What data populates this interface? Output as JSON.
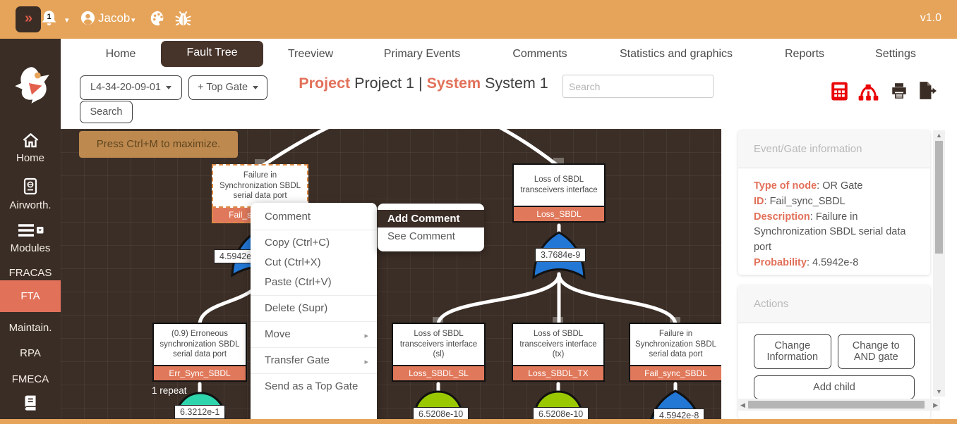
{
  "header": {
    "collapse_icon": "»",
    "notifications": "1",
    "user": "Jacob",
    "version": "v1.0"
  },
  "sidebar": {
    "items": [
      {
        "label": "Home"
      },
      {
        "label": "Airworth."
      },
      {
        "label": "Modules"
      },
      {
        "label": "FRACAS"
      },
      {
        "label": "FTA"
      },
      {
        "label": "Maintain."
      },
      {
        "label": "RPA"
      },
      {
        "label": "FMECA"
      },
      {
        "label": "Help"
      }
    ]
  },
  "tabs": {
    "items": [
      {
        "label": "Home"
      },
      {
        "label": "Fault Tree"
      },
      {
        "label": "Treeview"
      },
      {
        "label": "Primary Events"
      },
      {
        "label": "Comments"
      },
      {
        "label": "Statistics and graphics"
      },
      {
        "label": "Reports"
      },
      {
        "label": "Settings"
      }
    ]
  },
  "toolbar": {
    "gate_selector": "L4-34-20-09-01",
    "add_top_gate": "+ Top Gate",
    "search_button": "Search",
    "search_placeholder": "Search",
    "title": {
      "project_label": "Project",
      "project_value": "Project 1",
      "divider": "|",
      "system_label": "System",
      "system_value": "System 1"
    }
  },
  "canvas": {
    "hint": "Press Ctrl+M to maximize.",
    "nodes": [
      {
        "title": "Failure in Synchronization SBDL serial data port",
        "tag": "Fail_sync_SBDL",
        "probability": "4.5942e-8"
      },
      {
        "title": "Loss of SBDL transceivers interface",
        "tag": "Loss_SBDL",
        "probability": "3.7684e-9"
      },
      {
        "title": "(0.9) Erroneous synchronization SBDL serial data port",
        "tag": "Err_Sync_SBDL",
        "probability": "6.3212e-1",
        "repeat": "1 repeat"
      },
      {
        "title": "Loss of SBDL transceivers interface (sl)",
        "tag": "Loss_SBDL_SL",
        "probability": "6.5208e-10"
      },
      {
        "title": "Loss of SBDL transceivers interface (tx)",
        "tag": "Loss_SBDL_TX",
        "probability": "6.5208e-10"
      },
      {
        "title": "Failure in Synchronization SBDL serial data port",
        "tag": "Fail_sync_SBDL",
        "probability": "4.5942e-8"
      }
    ]
  },
  "context_menu": {
    "items": [
      "Comment",
      "Copy (Ctrl+C)",
      "Cut (Ctrl+X)",
      "Paste (Ctrl+V)",
      "Delete (Supr)",
      "Move",
      "Transfer Gate",
      "Send as a Top Gate"
    ]
  },
  "comment_submenu": {
    "items": [
      "Add Comment",
      "See Comment"
    ]
  },
  "info_panel": {
    "title": "Event/Gate information",
    "fields": [
      {
        "label": "Type of node",
        "value": "OR Gate"
      },
      {
        "label": "ID",
        "value": "Fail_sync_SBDL"
      },
      {
        "label": "Description",
        "value": "Failure in Synchronization SBDL serial data port"
      },
      {
        "label": "Probability",
        "value": "4.5942e-8"
      }
    ]
  },
  "actions_panel": {
    "title": "Actions",
    "buttons": [
      "Change Information",
      "Change to AND gate",
      "Add child"
    ]
  },
  "colors": {
    "header_orange": "#e6a45a",
    "sidebar_brown": "#3a2d26",
    "accent_salmon": "#e2715a",
    "tag_salmon": "#e0795b",
    "gate_blue": "#2377d5",
    "gate_green": "#9ac800",
    "gate_teal": "#2ed5ac",
    "icon_red": "#ea0606"
  }
}
